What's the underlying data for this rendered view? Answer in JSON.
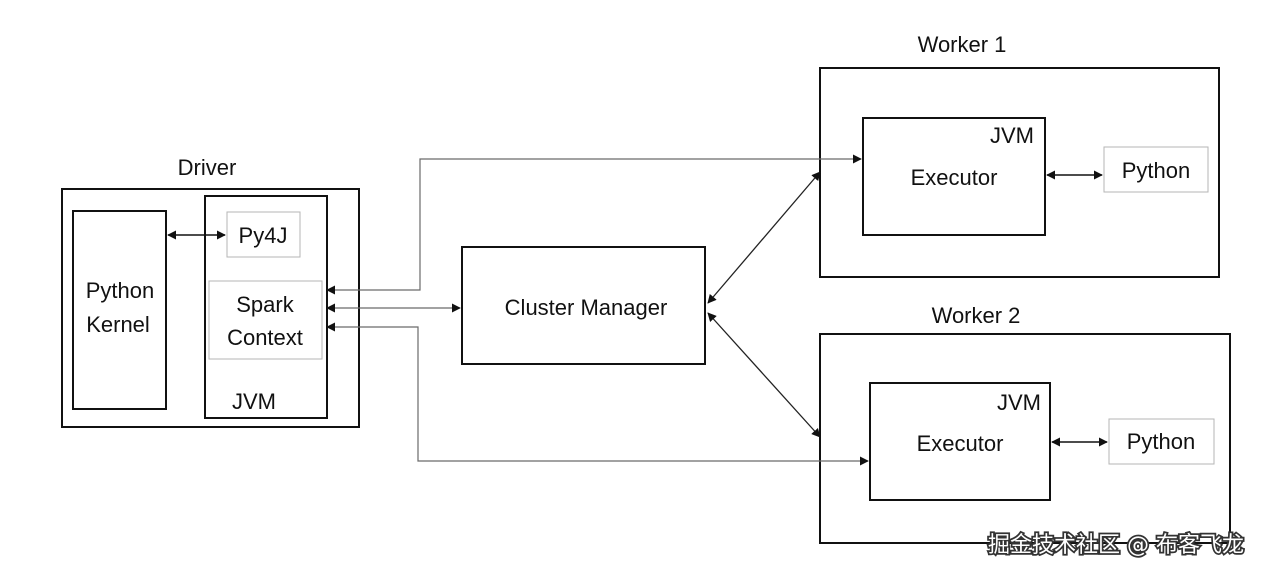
{
  "diagram": {
    "driver": {
      "title": "Driver",
      "python_kernel": [
        "Python",
        "Kernel"
      ],
      "py4j": "Py4J",
      "spark_context": [
        "Spark",
        "Context"
      ],
      "jvm": "JVM"
    },
    "cluster_manager": "Cluster Manager",
    "worker1": {
      "title": "Worker 1",
      "jvm": "JVM",
      "executor": "Executor",
      "python": "Python"
    },
    "worker2": {
      "title": "Worker 2",
      "jvm": "JVM",
      "executor": "Executor",
      "python": "Python"
    },
    "watermark": "掘金技术社区 @ 布客飞龙",
    "colors": {
      "stroke": "#111111",
      "connector": "#6a6a6a",
      "inner_border": "#b5b5b5"
    }
  }
}
